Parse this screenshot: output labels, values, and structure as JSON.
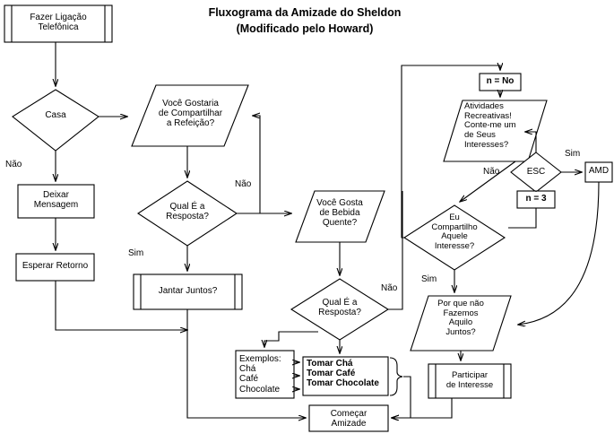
{
  "title": {
    "line1": "Fluxograma da Amizade do Sheldon",
    "line2": "(Modificado pelo Howard)"
  },
  "colors": {
    "stroke": "#000000",
    "shape_fill": "#ffffff",
    "background": "#ffffff",
    "text": "#000000"
  },
  "nodes": {
    "start_call": {
      "label": "Fazer Ligação\nTelefônica",
      "shape": "predefined-process"
    },
    "casa": {
      "label": "Casa",
      "shape": "decision"
    },
    "deixar_mensagem": {
      "label": "Deixar\nMensagem",
      "shape": "process"
    },
    "esperar_retorno": {
      "label": "Esperar Retorno",
      "shape": "process"
    },
    "compartilhar_refeicao": {
      "label": "Você Gostaria\nde Compartilhar\na Refeição?",
      "shape": "io-parallelogram"
    },
    "qual_resposta_1": {
      "label": "Qual É a\nResposta?",
      "shape": "decision"
    },
    "jantar_juntos": {
      "label": "Jantar Juntos?",
      "shape": "predefined-process"
    },
    "bebida_quente": {
      "label": "Você Gosta\nde Bebida\nQuente?",
      "shape": "io-parallelogram"
    },
    "qual_resposta_2": {
      "label": "Qual É a\nResposta?",
      "shape": "decision"
    },
    "exemplos": {
      "label": "Exemplos:\nChá\nCafé\nChocolate",
      "shape": "process"
    },
    "tomar": {
      "label": "Tomar Chá\nTomar Café\nTomar Chocolate",
      "shape": "process"
    },
    "n_no": {
      "label": "n = No",
      "shape": "process"
    },
    "atividades": {
      "label": "Atividades\nRecreativas!\nConte-me um\nde Seus\nInteresses?",
      "shape": "io-parallelogram"
    },
    "esc": {
      "label": "ESC",
      "shape": "decision"
    },
    "amd": {
      "label": "AMD",
      "shape": "process"
    },
    "n_3": {
      "label": "n = 3",
      "shape": "process"
    },
    "compartilho_interesse": {
      "label": "Eu\nCompartilho\nAquele\nInteresse?",
      "shape": "decision"
    },
    "fazemos_juntos": {
      "label": "Por que não\nFazemos\nAquilo\nJuntos?",
      "shape": "io-parallelogram"
    },
    "participar_interesse": {
      "label": "Participar\nde Interesse",
      "shape": "predefined-process"
    },
    "comecar_amizade": {
      "label": "Começar\nAmizade",
      "shape": "process"
    }
  },
  "edge_labels": {
    "casa_nao": "Não",
    "refeicao_nao": "Não",
    "resposta1_sim": "Sim",
    "resposta2_nao": "Não",
    "atividades_nao": "Não",
    "esc_sim": "Sim",
    "interesse_sim": "Sim"
  }
}
